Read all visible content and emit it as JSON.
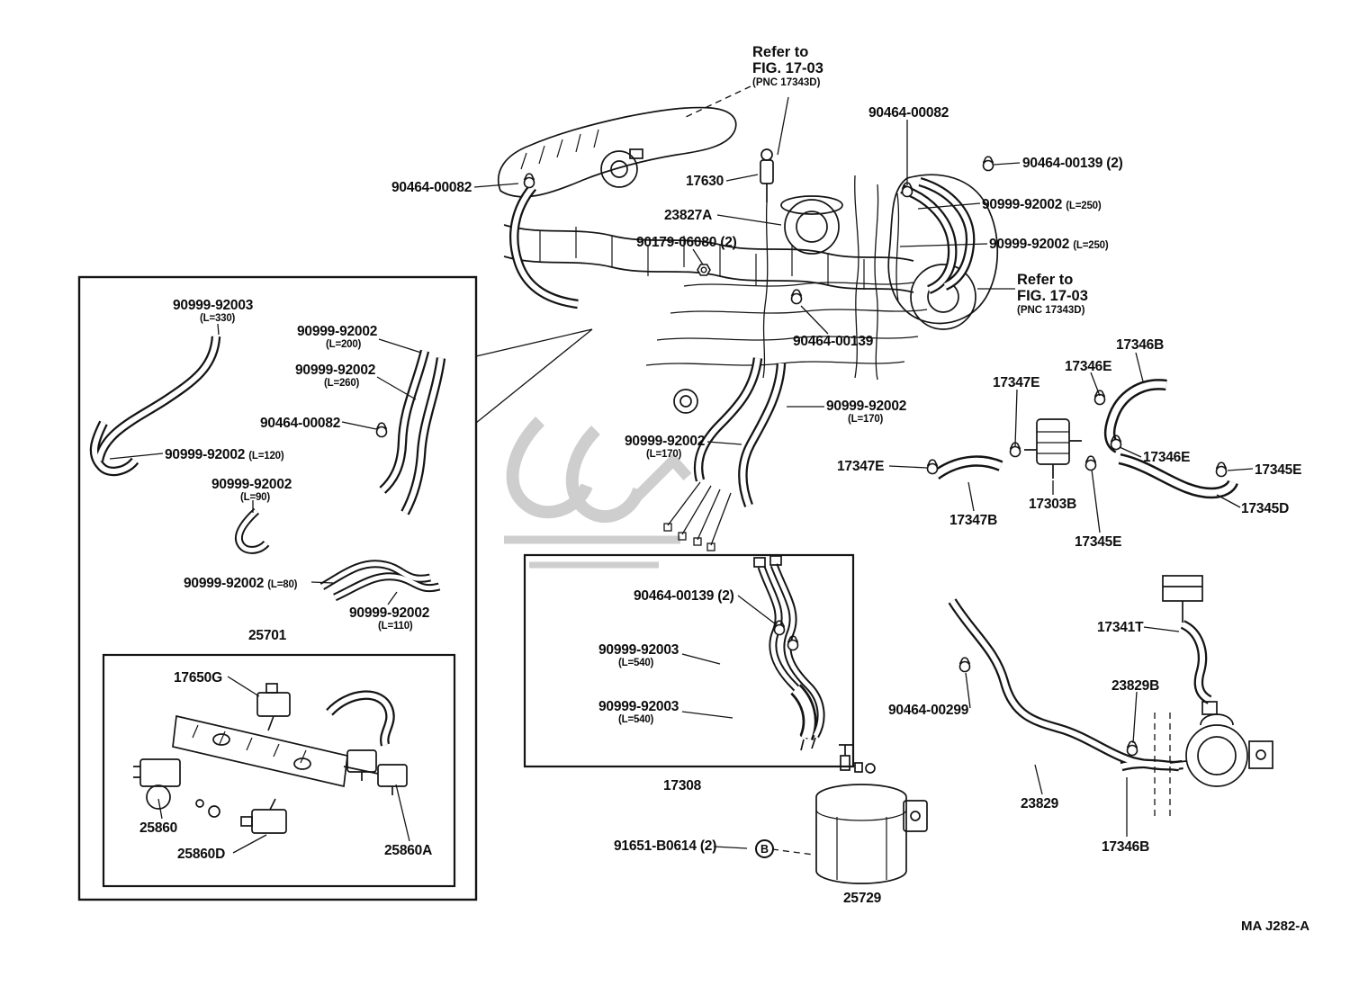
{
  "diagram_type": "vacuum-piping-parts-diagram",
  "footer": {
    "code": "MA J282-A"
  },
  "refer_top": {
    "l1": "Refer to",
    "l2": "FIG. 17-03",
    "l3": "(PNC 17343D)"
  },
  "refer_right": {
    "l1": "Refer to",
    "l2": "FIG. 17-03",
    "l3": "(PNC 17343D)"
  },
  "b_marker": {
    "text": "B"
  },
  "callouts": {
    "c_00082_left": {
      "text": "90464-00082"
    },
    "c_00082_top": {
      "text": "90464-00082"
    },
    "c_00082_box": {
      "text": "90464-00082"
    },
    "c_00139_2_top": {
      "text": "90464-00139 (2)"
    },
    "c_00139_mid": {
      "text": "90464-00139"
    },
    "c_00139_2_box": {
      "text": "90464-00139 (2)"
    },
    "c_00299": {
      "text": "90464-00299"
    },
    "c_17630": {
      "text": "17630"
    },
    "c_23827A": {
      "text": "23827A"
    },
    "c_90179": {
      "text": "90179-06080 (2)"
    },
    "h_250_a": {
      "text": "90999-92002",
      "sub": "(L=250)"
    },
    "h_250_b": {
      "text": "90999-92002",
      "sub": "(L=250)"
    },
    "h_170_a": {
      "text": "90999-92002",
      "sub": "(L=170)"
    },
    "h_170_b": {
      "text": "90999-92002",
      "sub": "(L=170)"
    },
    "h_330": {
      "text": "90999-92003",
      "sub": "(L=330)"
    },
    "h_200": {
      "text": "90999-92002",
      "sub": "(L=200)"
    },
    "h_260": {
      "text": "90999-92002",
      "sub": "(L=260)"
    },
    "h_120": {
      "text": "90999-92002",
      "sub": "(L=120)"
    },
    "h_90": {
      "text": "90999-92002",
      "sub": "(L=90)"
    },
    "h_80": {
      "text": "90999-92002",
      "sub": "(L=80)"
    },
    "h_110": {
      "text": "90999-92002",
      "sub": "(L=110)"
    },
    "h_540_a": {
      "text": "90999-92003",
      "sub": "(L=540)"
    },
    "h_540_b": {
      "text": "90999-92003",
      "sub": "(L=540)"
    },
    "c_25701": {
      "text": "25701"
    },
    "c_17650G": {
      "text": "17650G"
    },
    "c_25860": {
      "text": "25860"
    },
    "c_25860D": {
      "text": "25860D"
    },
    "c_25860A": {
      "text": "25860A"
    },
    "c_17308": {
      "text": "17308"
    },
    "c_91651": {
      "text": "91651-B0614 (2)"
    },
    "c_25729": {
      "text": "25729"
    },
    "c_23829": {
      "text": "23829"
    },
    "c_23829B": {
      "text": "23829B"
    },
    "c_17341T": {
      "text": "17341T"
    },
    "c_17346B_top": {
      "text": "17346B"
    },
    "c_17346B_bottom": {
      "text": "17346B"
    },
    "c_17346E_top": {
      "text": "17346E"
    },
    "c_17346E_right": {
      "text": "17346E"
    },
    "c_17347E_top": {
      "text": "17347E"
    },
    "c_17347E_left": {
      "text": "17347E"
    },
    "c_17347B": {
      "text": "17347B"
    },
    "c_17303B": {
      "text": "17303B"
    },
    "c_17345E_right": {
      "text": "17345E"
    },
    "c_17345E_bottom": {
      "text": "17345E"
    },
    "c_17345D": {
      "text": "17345D"
    }
  }
}
